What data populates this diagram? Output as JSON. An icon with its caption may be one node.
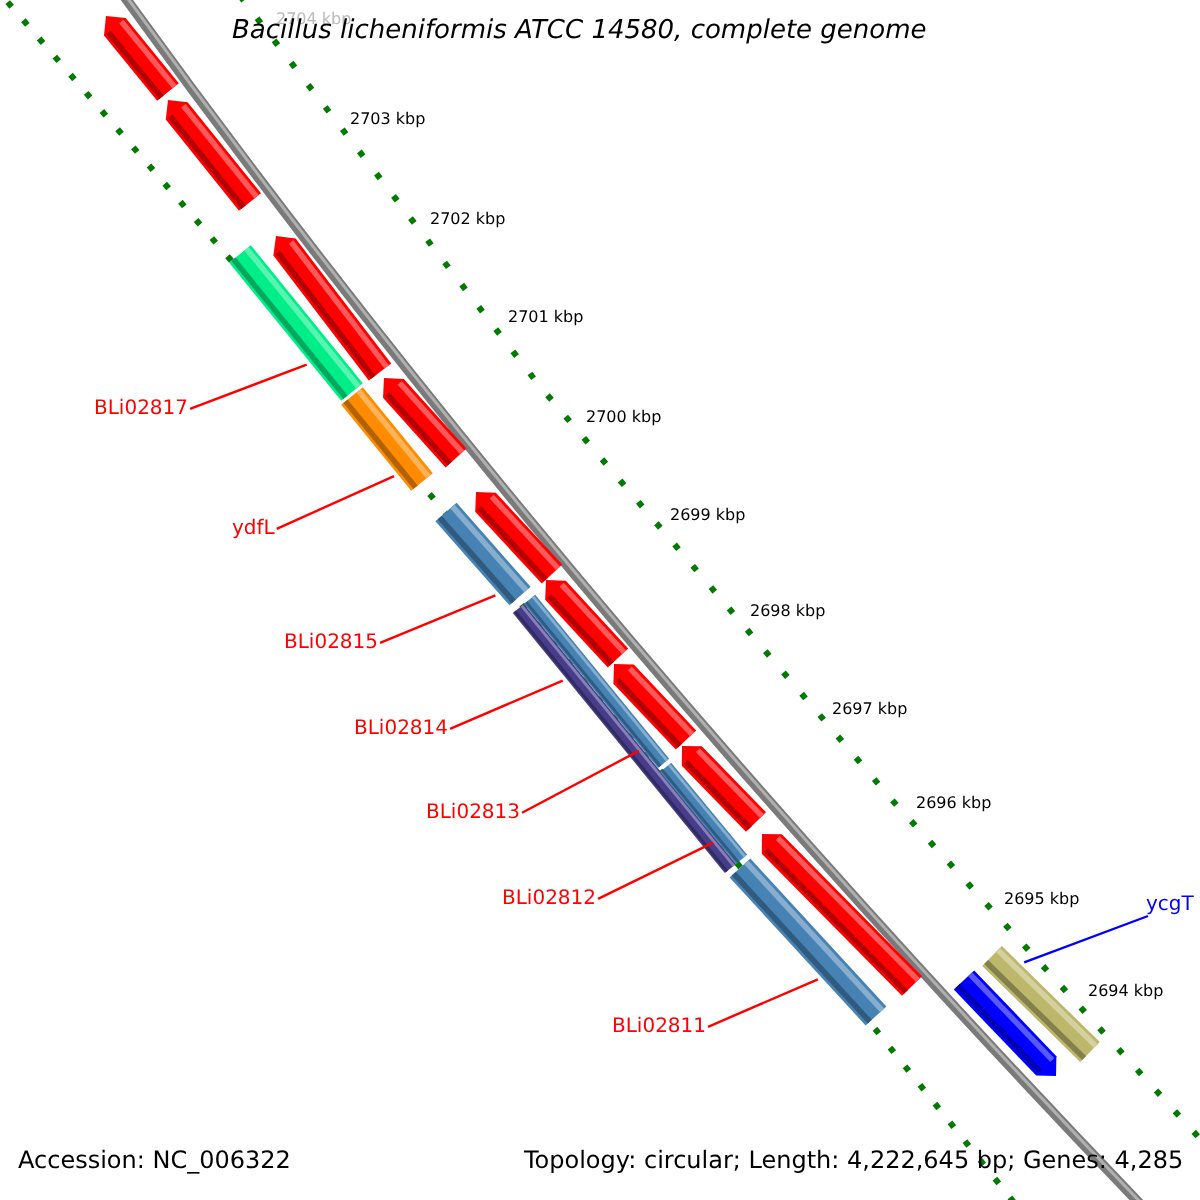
{
  "diagram": {
    "title": "Bacillus licheniformis ATCC 14580, complete genome",
    "nodes": [
      {
        "text": [
          "BLi02817"
        ]
      },
      {
        "text": [],
        "shape": "bar"
      },
      {
        "text": [
          "ydfL"
        ]
      },
      {
        "text": [],
        "shape": "bar"
      },
      {
        "text": [
          "BLi02815"
        ]
      },
      {
        "text": [],
        "shape": "bar"
      },
      {
        "text": [
          "BLi02814"
        ]
      },
      {
        "text": [],
        "shape": "bar"
      },
      {
        "text": [
          "BLi02813"
        ]
      },
      {
        "text": [],
        "shape": "bar"
      },
      {
        "text": [
          "BLi02812"
        ]
      },
      {
        "text": [],
        "shape": "bar"
      },
      {
        "text": [
          "BLi02811"
        ]
      },
      {
        "text": [],
        "shape": "bar"
      },
      {
        "text": [
          "ycgT"
        ]
      },
      {
        "text": [],
        "shape": "bar"
      },
      {
        "text": [],
        "shape": "bar"
      },
      {
        "text": [],
        "shape": "bar"
      },
      {
        "text": [],
        "shape": "bar"
      },
      {
        "text": [],
        "shape": "bar"
      },
      {
        "text": [],
        "shape": "bar"
      },
      {
        "text": [],
        "shape": "bar"
      },
      {
        "text": [],
        "shape": "bar"
      },
      {
        "text": [],
        "shape": "bar"
      },
      {
        "text": [],
        "shape": "bar"
      },
      {
        "text": [],
        "shape": "bar"
      }
    ],
    "edges": [
      {
        "from": 0,
        "to": 1,
        "arrow": "none"
      },
      {
        "from": 2,
        "to": 3,
        "arrow": "none"
      },
      {
        "from": 4,
        "to": 5,
        "arrow": "none"
      },
      {
        "from": 6,
        "to": 7,
        "arrow": "none"
      },
      {
        "from": 8,
        "to": 9,
        "arrow": "none"
      },
      {
        "from": 10,
        "to": 11,
        "arrow": "none"
      },
      {
        "from": 12,
        "to": 13,
        "arrow": "none"
      },
      {
        "from": 14,
        "to": 15,
        "arrow": "none",
        "color": "#0000ff"
      }
    ],
    "labels": [
      "2704 kbp",
      "2703 kbp",
      "2702 kbp",
      "2701 kbp",
      "2700 kbp",
      "2699 kbp",
      "2698 kbp",
      "2697 kbp",
      "2696 kbp",
      "2695 kbp",
      "2694 kbp",
      "Accession: NC_006322",
      "Topology: circular; Length: 4,222,645 bp; Genes: 4,285"
    ]
  }
}
